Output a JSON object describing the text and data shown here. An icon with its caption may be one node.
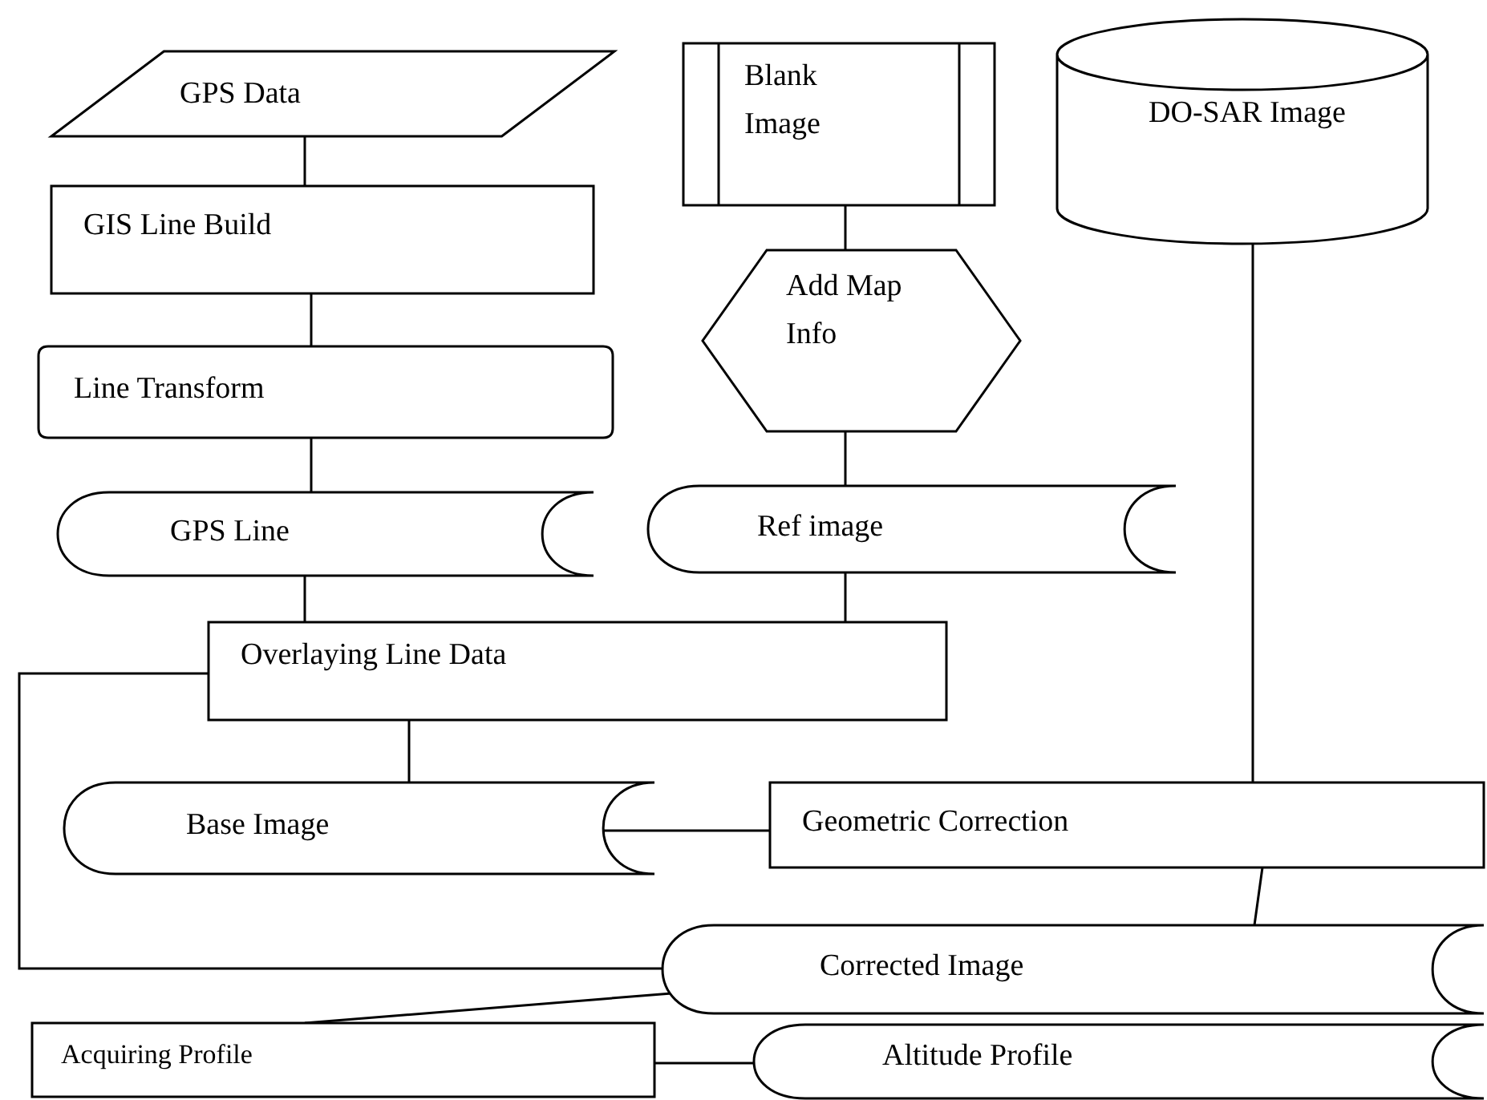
{
  "diagram": {
    "nodes": [
      {
        "text": [
          "GPS Data"
        ]
      },
      {
        "text": [
          "GIS Line Build"
        ]
      },
      {
        "text": [
          "Line Transform"
        ]
      },
      {
        "text": [
          "GPS Line"
        ]
      },
      {
        "text": [
          "Blank Image"
        ]
      },
      {
        "text": [
          "Add Map Info"
        ]
      },
      {
        "text": [
          "Ref image"
        ]
      },
      {
        "text": [
          "DO-SAR Image"
        ]
      },
      {
        "text": [
          "Overlaying Line Data"
        ]
      },
      {
        "text": [
          "Base Image"
        ]
      },
      {
        "text": [
          "Geometric Correction"
        ]
      },
      {
        "text": [
          "Corrected Image"
        ]
      },
      {
        "text": [
          "Acquiring Profile"
        ]
      },
      {
        "text": [
          "Altitude Profile"
        ]
      }
    ],
    "edges": [
      {
        "from": 0,
        "to": 1,
        "arrow": "none"
      },
      {
        "from": 1,
        "to": 2,
        "arrow": "none"
      },
      {
        "from": 2,
        "to": 3,
        "arrow": "none"
      },
      {
        "from": 3,
        "to": 8,
        "arrow": "none"
      },
      {
        "from": 4,
        "to": 5,
        "arrow": "none"
      },
      {
        "from": 5,
        "to": 6,
        "arrow": "none"
      },
      {
        "from": 6,
        "to": 8,
        "arrow": "none"
      },
      {
        "from": 7,
        "to": 10,
        "arrow": "none"
      },
      {
        "from": 8,
        "to": 9,
        "arrow": "none"
      },
      {
        "from": 10,
        "to": 9,
        "arrow": "none"
      },
      {
        "from": 8,
        "to": 11,
        "arrow": "none"
      },
      {
        "from": 10,
        "to": 11,
        "arrow": "none"
      },
      {
        "from": 11,
        "to": 12,
        "arrow": "none"
      },
      {
        "from": 12,
        "to": 13,
        "arrow": "none"
      }
    ]
  }
}
